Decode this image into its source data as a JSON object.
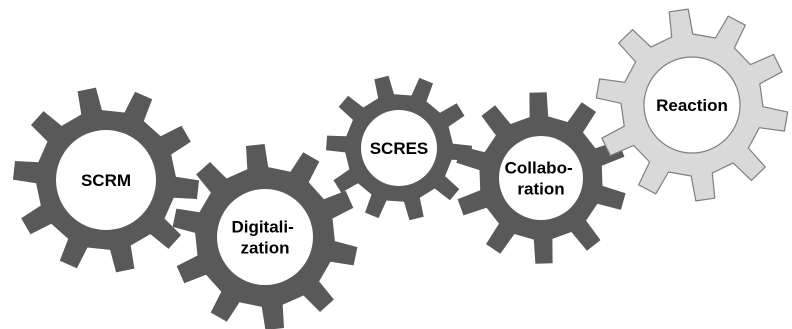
{
  "diagram": {
    "gears": [
      {
        "id": "scrm",
        "lines": [
          "SCRM"
        ],
        "style": "dark"
      },
      {
        "id": "digitalization",
        "lines": [
          "Digitali-",
          "zation"
        ],
        "style": "dark"
      },
      {
        "id": "scres",
        "lines": [
          "SCRES"
        ],
        "style": "dark"
      },
      {
        "id": "collaboration",
        "lines": [
          "Collabo-",
          "ration"
        ],
        "style": "dark"
      },
      {
        "id": "reaction",
        "lines": [
          "Reaction"
        ],
        "style": "light"
      }
    ]
  },
  "colors": {
    "dark_gear": "#595959",
    "light_gear": "#d9d9d9",
    "light_gear_stroke": "#7f7f7f",
    "hub": "#ffffff",
    "label": "#000000"
  }
}
